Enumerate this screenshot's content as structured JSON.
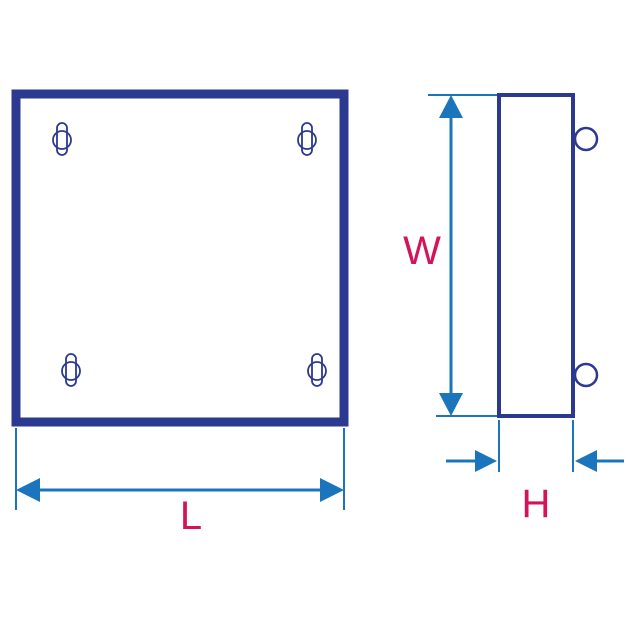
{
  "labels": {
    "length": "L",
    "width": "W",
    "height": "H"
  },
  "colors": {
    "panel": "#2b3990",
    "dimension": "#1b75bc",
    "label": "#d4145a",
    "background": "#ffffff"
  }
}
